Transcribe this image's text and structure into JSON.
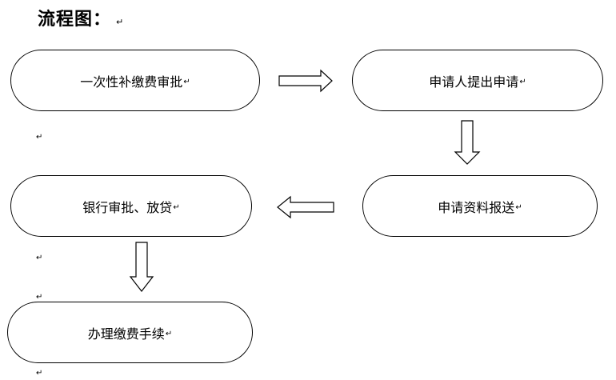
{
  "title": "流程图：",
  "para_mark": "↵",
  "nodes": [
    {
      "id": "n1",
      "label": "一次性补缴费审批"
    },
    {
      "id": "n2",
      "label": "申请人提出申请"
    },
    {
      "id": "n3",
      "label": "申请资料报送"
    },
    {
      "id": "n4",
      "label": "银行审批、放贷"
    },
    {
      "id": "n5",
      "label": "办理缴费手续"
    }
  ],
  "edges": [
    {
      "from": "n1",
      "to": "n2"
    },
    {
      "from": "n2",
      "to": "n3"
    },
    {
      "from": "n3",
      "to": "n4"
    },
    {
      "from": "n4",
      "to": "n5"
    }
  ]
}
